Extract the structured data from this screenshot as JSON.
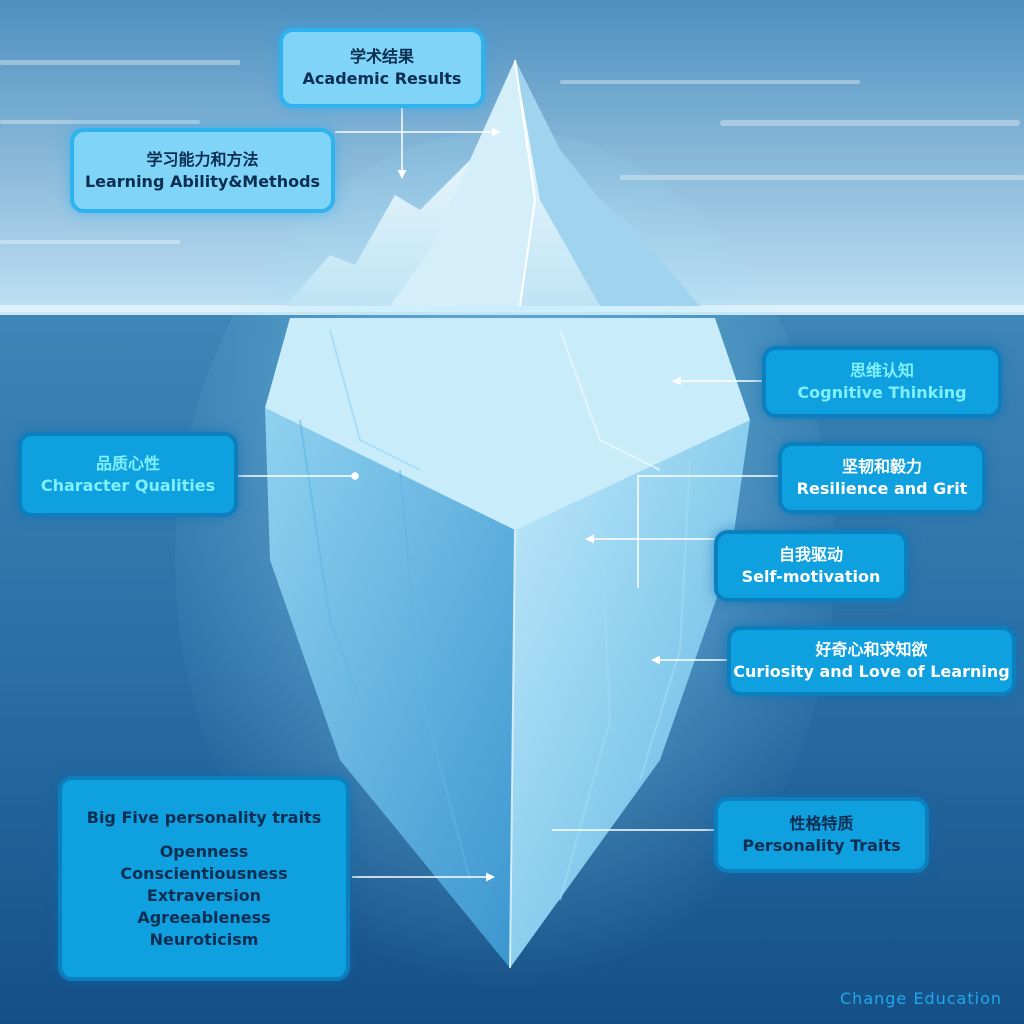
{
  "labels": {
    "academic_results": {
      "zh": "学术结果",
      "en": "Academic Results"
    },
    "learning_ability": {
      "zh": "学习能力和方法",
      "en": "Learning Ability&Methods"
    },
    "cognitive_thinking": {
      "zh": "思维认知",
      "en": "Cognitive Thinking"
    },
    "character_qualities": {
      "zh": "品质心性",
      "en": "Character Qualities"
    },
    "resilience": {
      "zh": "坚韧和毅力",
      "en": "Resilience and Grit"
    },
    "self_motivation": {
      "zh": "自我驱动",
      "en": "Self-motivation"
    },
    "curiosity": {
      "zh": "好奇心和求知欲",
      "en": "Curiosity and Love of Learning"
    },
    "personality_traits": {
      "zh": "性格特质",
      "en": "Personality Traits"
    }
  },
  "big_five": {
    "title": "Big Five personality traits",
    "traits": [
      "Openness",
      "Conscientiousness",
      "Extraversion",
      "Agreeableness",
      "Neuroticism"
    ]
  },
  "brand": "Change Education",
  "colors": {
    "sky_top": "#4e8fbf",
    "sky_bottom": "#bfe0f2",
    "water_top": "#3d86b6",
    "water_bottom": "#154f86",
    "label_above_fill": "#7fd4f7",
    "label_below_fill": "#0fa0df",
    "label_text_dark": "#0b2e52",
    "label_text_cyan": "#7ef0ff",
    "brand": "#23a6ee"
  }
}
